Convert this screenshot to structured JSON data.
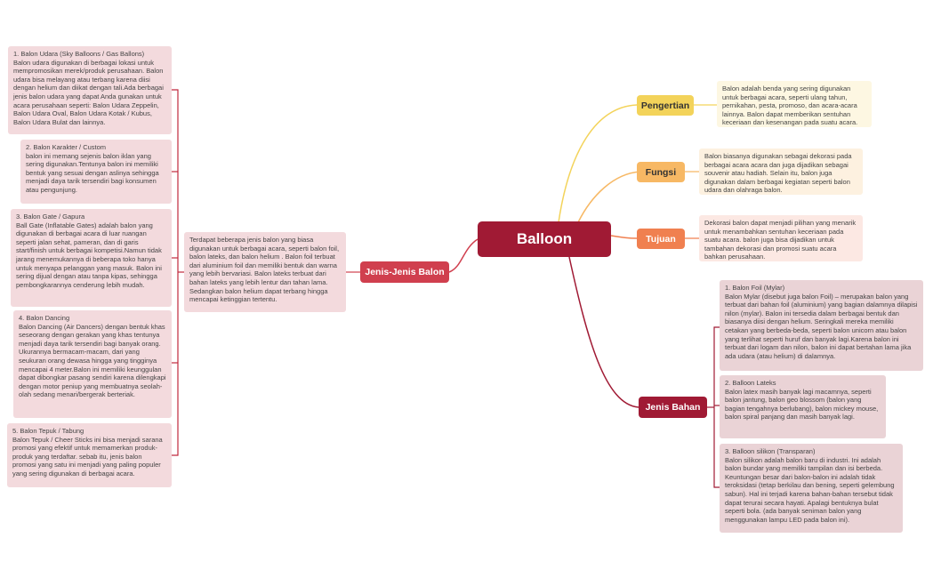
{
  "root": "Balloon",
  "topics": {
    "pengertian": "Pengertian",
    "fungsi": "Fungsi",
    "tujuan": "Tujuan",
    "jenis_bahan": "Jenis Bahan",
    "jenis_jenis": "Jenis-Jenis Balon"
  },
  "notes": {
    "pengertian": "Balon adalah benda yang sering digunakan untuk berbagai acara, seperti ulang tahun, pernikahan, pesta, promoso, dan acara-acara lainnya. Balon dapat memberikan sentuhan keceriaan dan kesenangan pada suatu acara.",
    "fungsi": "Balon biasanya digunakan sebagai dekorasi pada berbagai acara acara dan juga dijadikan sebagai souvenir atau hadiah. Selain itu, balon juga digunakan dalam berbagai kegiatan seperti balon udara dan olahraga balon.",
    "tujuan": "Dekorasi balon dapat menjadi pilihan yang menarik untuk menambahkan sentuhan keceriaan pada suatu acara. balon juga bisa dijadikan untuk tambahan dekorasi dan promosi suatu acara bahkan perusahaan.",
    "jenis_jenis": "Terdapat beberapa jenis balon yang biasa digunakan untuk berbagai acara, seperti balon foil, balon lateks, dan balon helium . Balon foil terbuat dari aluminium foil dan memiliki bentuk dan warna yang lebih bervariasi. Balon lateks terbuat dari bahan lateks yang lebih lentur dan tahan lama. Sedangkan balon helium dapat terbang hingga mencapai ketinggian tertentu.",
    "balon_udara": "1. Balon Udara (Sky Balloons / Gas Ballons)\nBalon udara digunakan di berbagai lokasi untuk mempromosikan merek/produk perusahaan. Balon udara bisa melayang atau terbang karena diisi dengan helium dan diikat dengan tali.Ada berbagai jenis balon udara yang dapat Anda gunakan untuk acara perusahaan seperti: Balon Udara Zeppelin, Balon Udara Oval, Balon Udara Kotak / Kubus, Balon Udara Bulat dan lainnya.",
    "balon_karakter": "2. Balon Karakter / Custom\nbalon ini memang sejenis balon iklan yang sering digunakan.Tentunya balon ini memiliki bentuk yang sesuai dengan aslinya sehingga menjadi daya tarik tersendiri bagi konsumen atau pengunjung.",
    "balon_gate": "3. Balon Gate / Gapura\nBall Gate (Inflatable Gates) adalah balon yang digunakan di berbagai acara di luar ruangan seperti jalan sehat, pameran, dan di garis start/finish untuk berbagai kompetisi.Namun tidak jarang menemukannya di beberapa toko hanya untuk menyapa pelanggan yang masuk. Balon ini sering dijual dengan atau tanpa kipas, sehingga pembongkarannya cenderung lebih mudah.",
    "balon_dancing": "4. Balon Dancing\nBalon Dancing (Air Dancers) dengan bentuk khas seseorang dengan gerakan yang khas tentunya menjadi daya tarik tersendiri bagi banyak orang. Ukurannya bermacam-macam, dari yang seukuran orang dewasa hingga yang tingginya mencapai 4 meter.Balon ini memiliki keunggulan dapat dibongkar pasang sendiri karena dilengkapi dengan motor peniup yang membuatnya seolah-olah sedang menari/bergerak berteriak.",
    "balon_tepuk": "5. Balon Tepuk / Tabung\nBalon Tepuk / Cheer Sticks ini bisa menjadi sarana promosi yang efektif untuk memamerkan produk-produk yang terdaftar. sebab itu, jenis balon promosi yang satu ini menjadi yang paling populer yang sering digunakan di berbagai acara.",
    "balon_foil": "1. Balon Foil (Mylar)\nBalon Mylar (disebut juga balon Foil) – merupakan balon yang terbuat dari bahan foil (aluminium) yang bagian dalamnya dilapisi nilon (mylar). Balon ini tersedia dalam berbagai bentuk dan biasanya diisi dengan helium. Seringkali mereka memiliki cetakan yang berbeda-beda, seperti balon unicorn atau balon yang terlihat seperti huruf dan banyak lagi.Karena balon ini terbuat dari logam dan nilon, balon ini dapat bertahan lama jika ada udara (atau helium) di dalamnya.",
    "balon_lateks": "2. Balloon Lateks\nBalon latex masih banyak lagi macamnya, seperti balon jantung, balon geo blossom (balon yang bagian tengahnya berlubang), balon mickey mouse, balon spiral panjang dan masih banyak lagi.",
    "balon_silikon": "3. Balloon silikon (Transparan)\nBalon silikon adalah balon baru di industri. Ini adalah balon bundar yang memiliki tampilan dan isi berbeda. Keuntungan besar dari balon-balon ini adalah tidak teroksidasi (tetap berkilau dan bening, seperti gelembung sabun). Hal ini terjadi karena bahan-bahan tersebut tidak dapat terurai secara hayati. Apalagi bentuknya bulat seperti bola. (ada banyak seniman balon yang menggunakan lampu LED pada balon ini)."
  },
  "colors": {
    "root": "#a01a34",
    "pengertian": "#f3d35a",
    "fungsi": "#f7b864",
    "tujuan": "#f08050",
    "jenis_bahan": "#a01a34",
    "jenis_jenis": "#d03f4e"
  }
}
